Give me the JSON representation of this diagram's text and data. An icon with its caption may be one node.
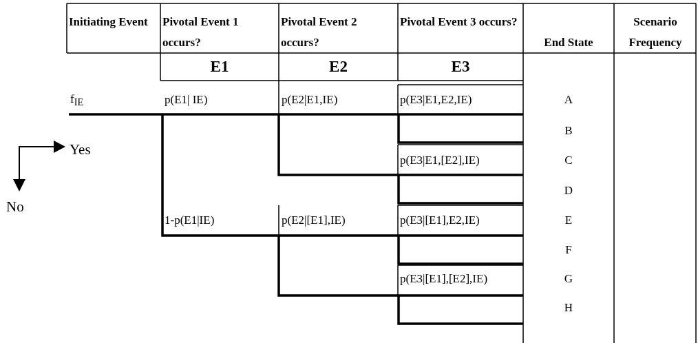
{
  "diagram": {
    "labels": [
      "Initiating Event",
      "Pivotal Event 1 occurs?",
      "Pivotal Event 2 occurs?",
      "Pivotal Event 3 occurs?",
      "End State",
      "Scenario Frequency",
      "E1",
      "E2",
      "E3",
      "f$_{IE}$",
      "p(E1| IE)",
      "p(E2|E1,IE)",
      "p(E3|E1,E2,IE)",
      "A",
      "B",
      "Yes",
      "p(E3|E1,[E2],IE)",
      "C",
      "D",
      "No",
      "1-p(E1|IE)",
      "p(E2|[E1],IE)",
      "p(E3|[E1],E2,IE)",
      "E",
      "F",
      "p(E3|[E1],[E2],IE)",
      "G",
      "H"
    ]
  }
}
